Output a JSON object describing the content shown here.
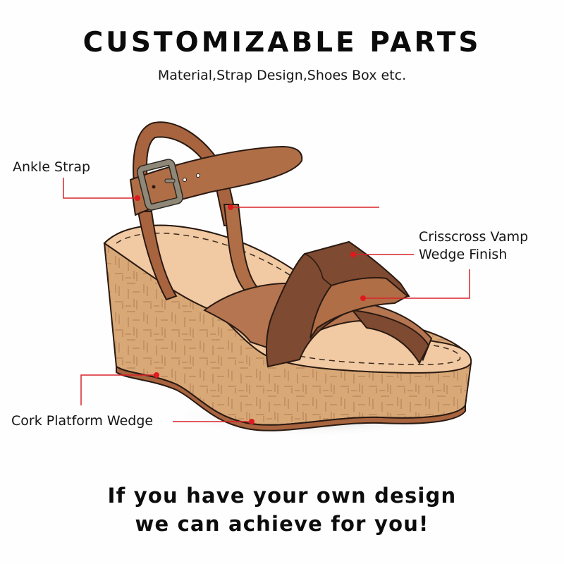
{
  "header": {
    "title": "CUSTOMIZABLE PARTS",
    "subtitle": "Material,Strap Design,Shoes Box etc."
  },
  "callouts": [
    {
      "id": "ankle-strap",
      "label": "Ankle Strap"
    },
    {
      "id": "crisscross-vamp",
      "label": "Crisscross Vamp"
    },
    {
      "id": "wedge-finish",
      "label": "Wedge Finish"
    },
    {
      "id": "cork-platform-wedge",
      "label": "Cork Platform Wedge"
    }
  ],
  "footer": {
    "line1": "If you have your own design",
    "line2": "we can achieve for you!"
  },
  "colors": {
    "leader_line": "#d9232a",
    "strap_light": "#b06e47",
    "strap_dark": "#7e4a31",
    "cork": "#d8a676",
    "insole": "#f0c9a2",
    "buckle": "#8d8676"
  }
}
